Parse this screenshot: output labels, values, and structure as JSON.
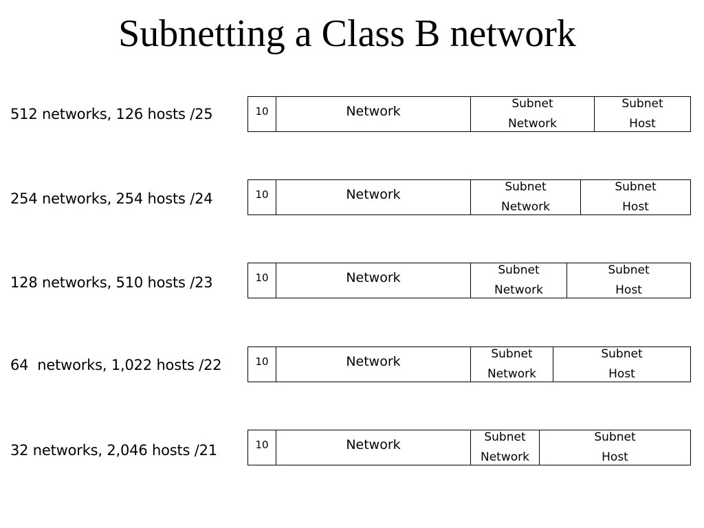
{
  "slide": {
    "title": "Subnetting a Class B network"
  },
  "rows": [
    {
      "label": "512 networks, 126 hosts /25",
      "prefix": "10",
      "network": "Network",
      "subnet_network": [
        "Subnet",
        "Network"
      ],
      "subnet_host": [
        "Subnet",
        "Host"
      ]
    },
    {
      "label": "254 networks, 254 hosts /24",
      "prefix": "10",
      "network": "Network",
      "subnet_network": [
        "Subnet",
        "Network"
      ],
      "subnet_host": [
        "Subnet",
        "Host"
      ]
    },
    {
      "label": "128 networks, 510 hosts /23",
      "prefix": "10",
      "network": "Network",
      "subnet_network": [
        "Subnet",
        "Network"
      ],
      "subnet_host": [
        "Subnet",
        "Host"
      ]
    },
    {
      "label": "64  networks, 1,022 hosts /22",
      "prefix": "10",
      "network": "Network",
      "subnet_network": [
        "Subnet",
        "Network"
      ],
      "subnet_host": [
        "Subnet",
        "Host"
      ]
    },
    {
      "label": "32 networks, 2,046 hosts /21",
      "prefix": "10",
      "network": "Network",
      "subnet_network": [
        "Subnet",
        "Network"
      ],
      "subnet_host": [
        "Subnet",
        "Host"
      ]
    }
  ]
}
